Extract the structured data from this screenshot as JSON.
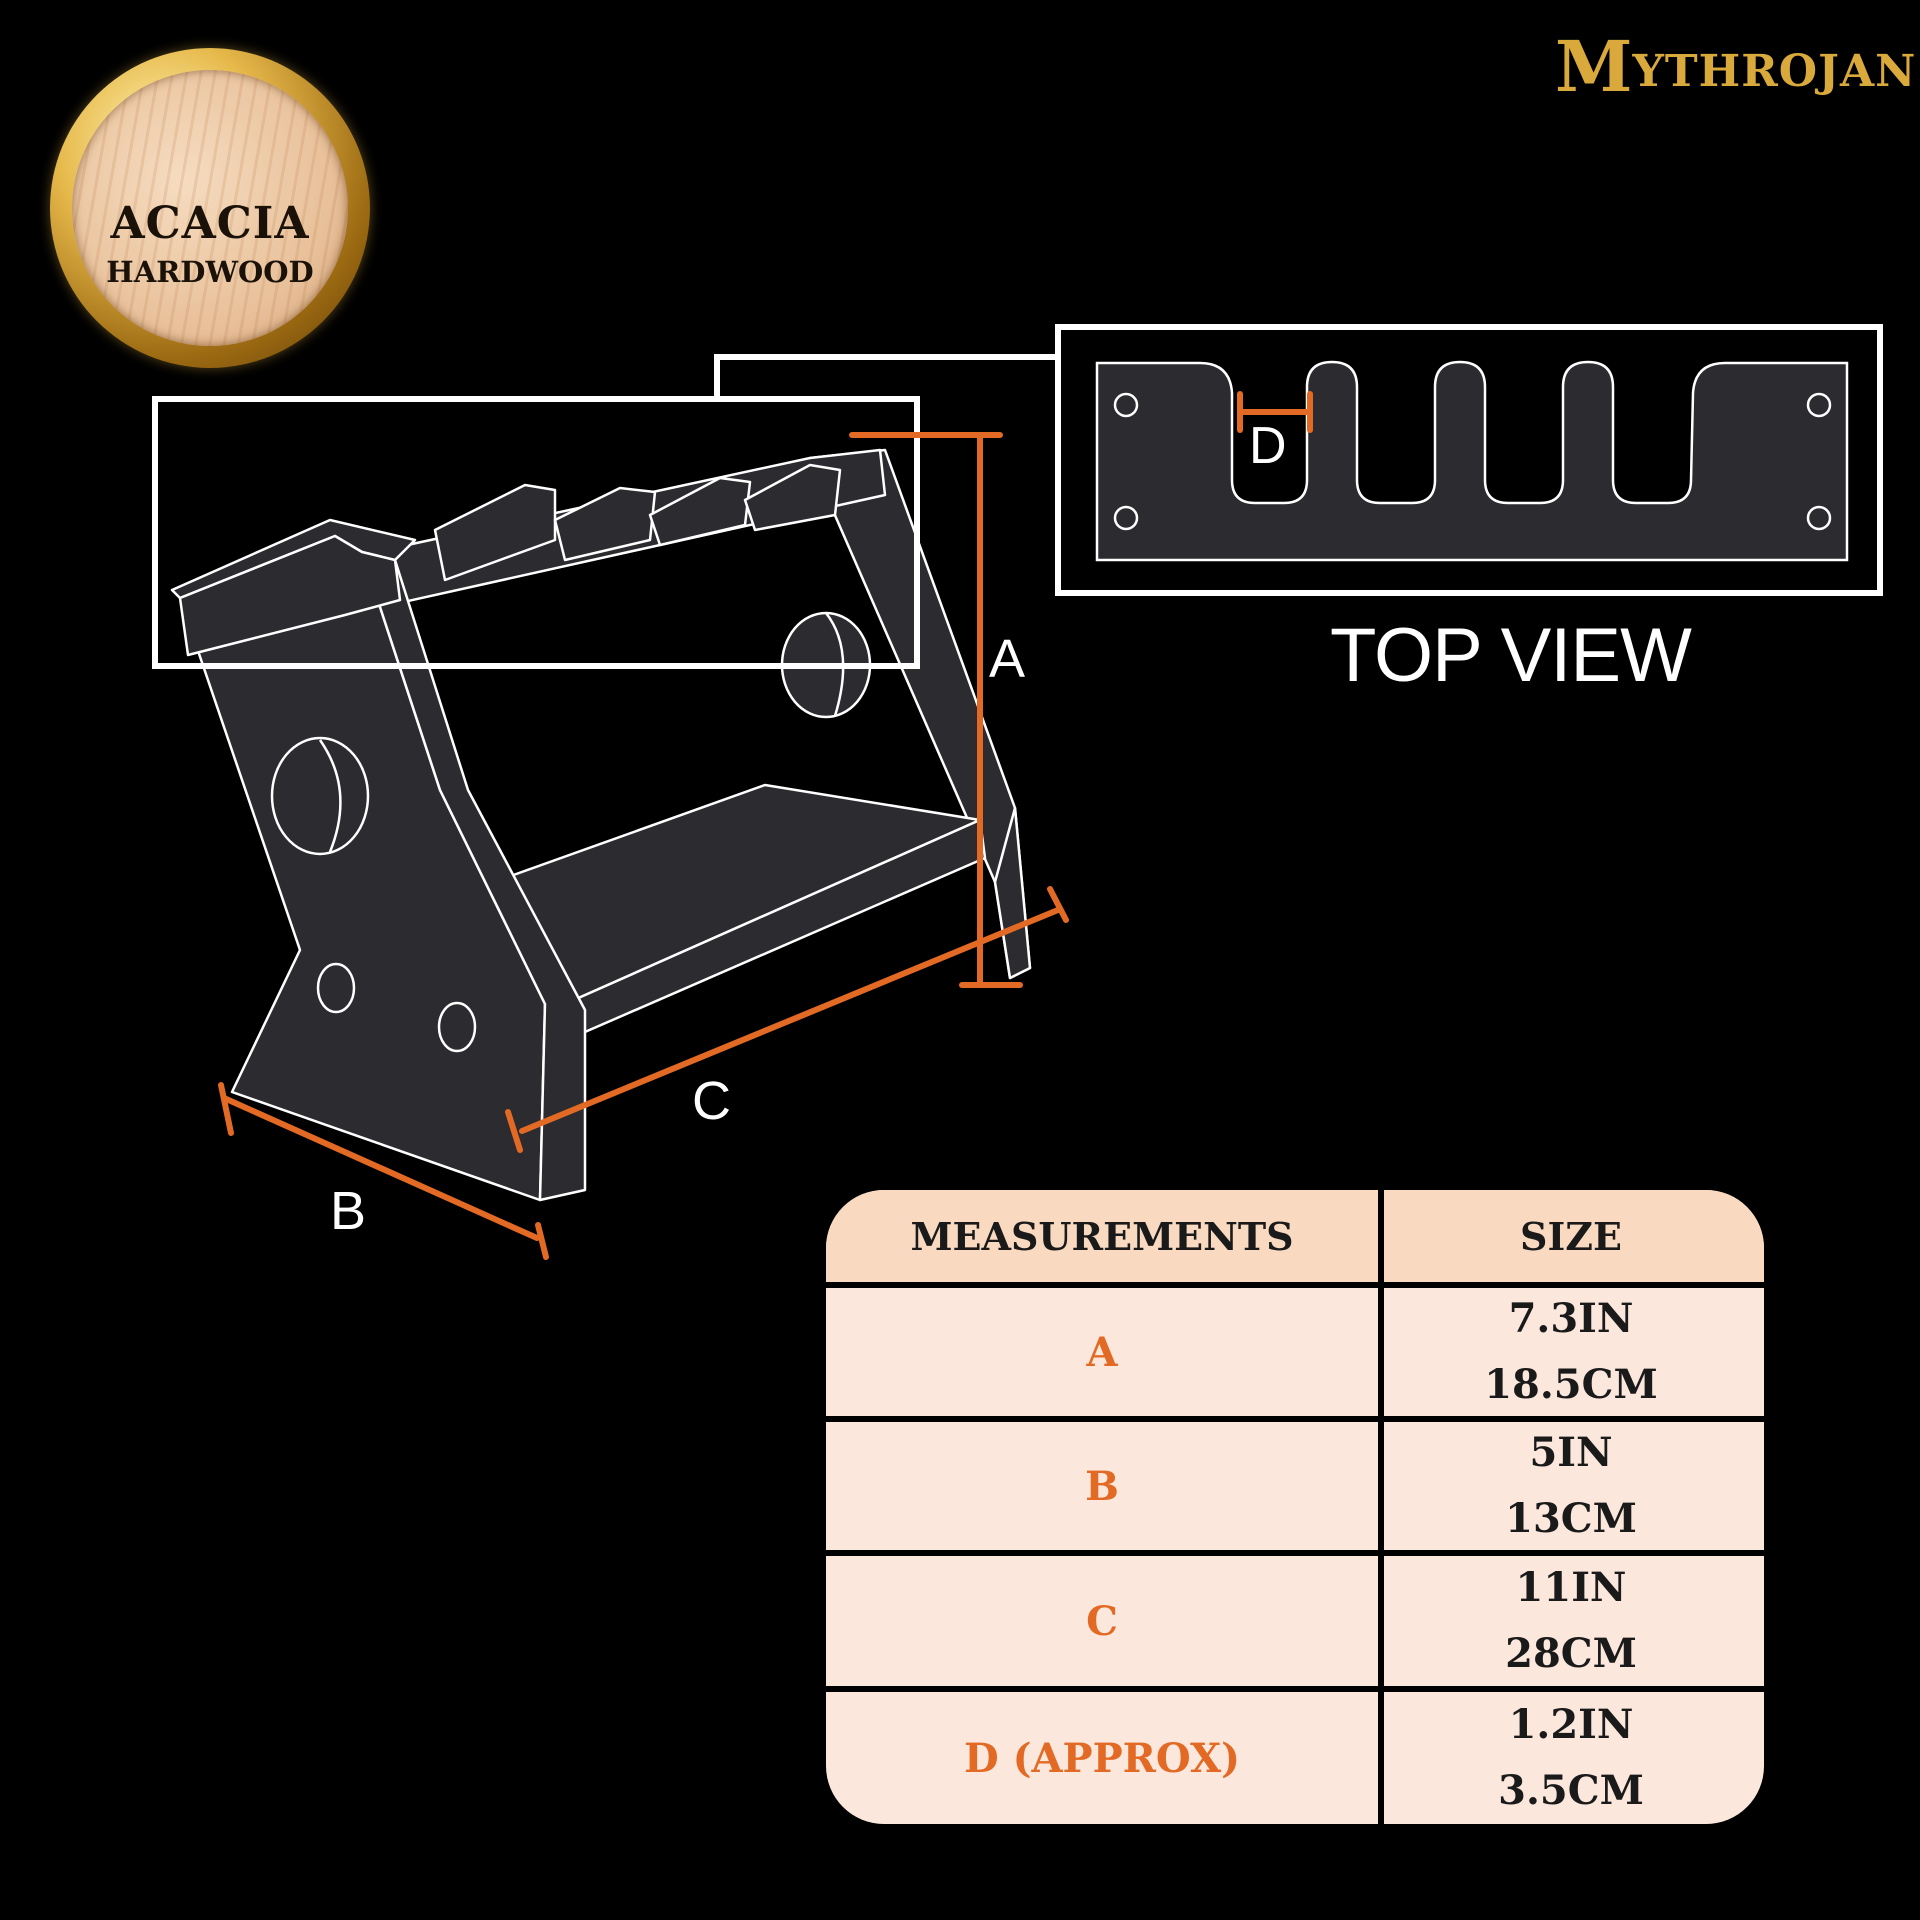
{
  "brand": {
    "initial": "M",
    "rest": "YTHROJAN",
    "registered": "®"
  },
  "badge": {
    "line1": "ACACIA",
    "line2": "HARDWOOD"
  },
  "diagram": {
    "labels": {
      "a": "A",
      "b": "B",
      "c": "C",
      "d": "D"
    },
    "top_view_title": "TOP VIEW"
  },
  "table": {
    "header": {
      "measurements": "MEASUREMENTS",
      "size": "SIZE"
    },
    "rows": [
      {
        "label": "A",
        "imperial": "7.3IN",
        "metric": "18.5CM"
      },
      {
        "label": "B",
        "imperial": "5IN",
        "metric": "13CM"
      },
      {
        "label": "C",
        "imperial": "11IN",
        "metric": "28CM"
      },
      {
        "label": "D (APPROX)",
        "imperial": "1.2IN",
        "metric": "3.5CM"
      }
    ]
  },
  "colors": {
    "accent": "#e36a24",
    "line": "#ffffff",
    "background": "#000000",
    "wood": "#2b2b30",
    "table_header": "#fad9c1",
    "table_body": "#fbe7dc",
    "brand": "#d9a93c"
  }
}
